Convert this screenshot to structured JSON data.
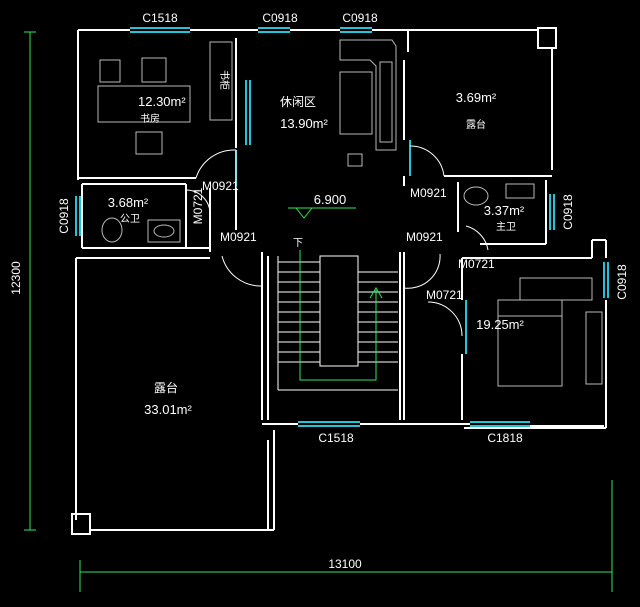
{
  "colors": {
    "background": "#000000",
    "wall": "#ffffff",
    "window": "#22c4d6",
    "door": "#ffffff",
    "dimension": "#2ee65a",
    "furniture": "#b9b9b9"
  },
  "windows": {
    "top_left": "C1518",
    "top_mid_1": "C0918",
    "top_mid_2": "C0918",
    "left": "C0918",
    "right_bath": "C0918",
    "bottom_stair": "C1518",
    "bottom_bed": "C1818",
    "right_bed": "C0918"
  },
  "doors": {
    "study": "M0921",
    "toilet_right": "M0721",
    "center_left": "M0921",
    "lounge_right": "M0921",
    "center_right": "M0921",
    "master_bath": "M0721",
    "bedroom": "M0721"
  },
  "rooms": {
    "study": {
      "area": "12.30m²",
      "name": "书房"
    },
    "bookshelf": "书柜",
    "lounge": {
      "name": "休闲区",
      "area": "13.90m²"
    },
    "terrace_ne": {
      "area": "3.69m²",
      "name": "露台"
    },
    "public_wc": {
      "area": "3.68m²",
      "name": "公卫"
    },
    "master_bath": {
      "area": "3.37m²",
      "name": "主卫"
    },
    "bedroom": {
      "area": "19.25m²"
    },
    "terrace_sw": {
      "name": "露台",
      "area": "33.01m²"
    }
  },
  "stairs": {
    "down": "下"
  },
  "level": "6.900",
  "dimensions": {
    "height": "12300",
    "width": "13100"
  }
}
